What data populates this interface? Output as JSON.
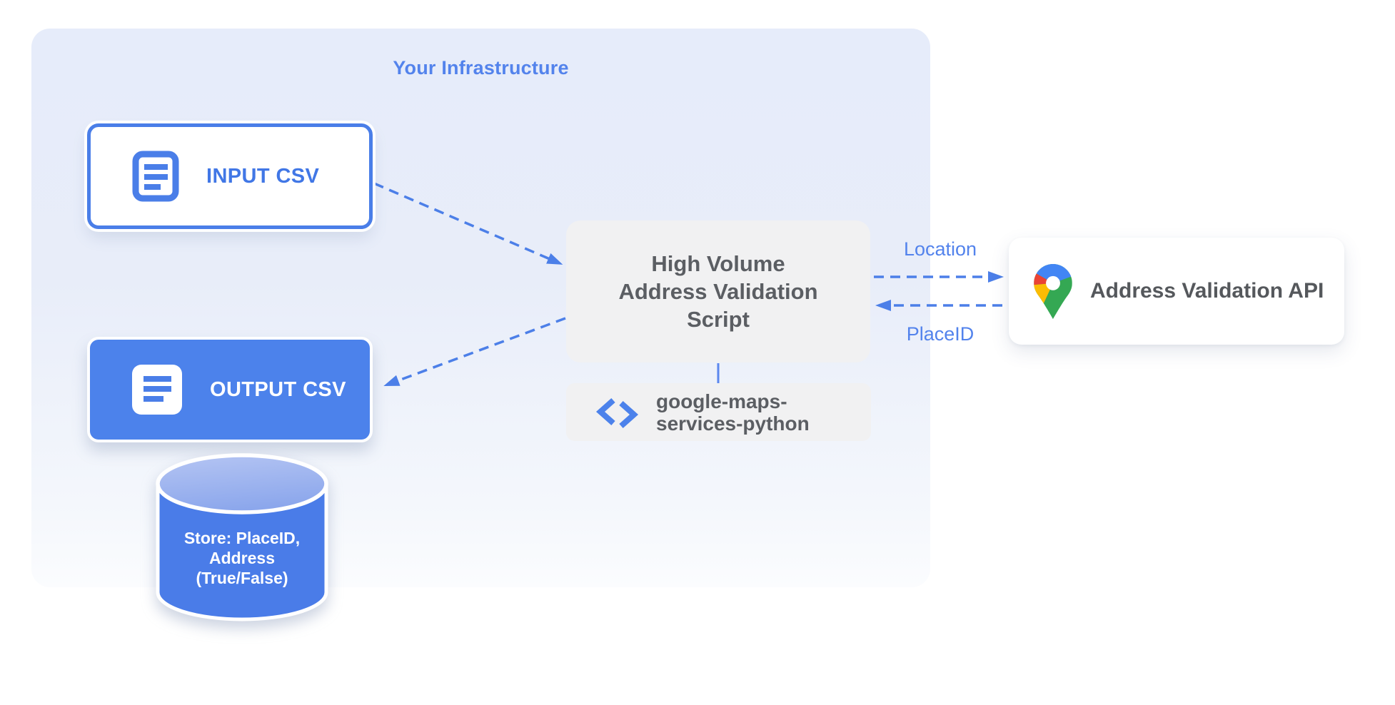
{
  "infrastructure": {
    "title": "Your Infrastructure"
  },
  "nodes": {
    "input_csv": {
      "label": "INPUT CSV",
      "icon": "document-icon"
    },
    "output_csv": {
      "label": "OUTPUT CSV",
      "icon": "document-icon"
    },
    "datastore": {
      "shape": "database-cylinder",
      "lines": [
        "Store: PlaceID,",
        "Address",
        "(True/False)"
      ]
    },
    "script": {
      "lines": [
        "High Volume",
        "Address Validation",
        "Script"
      ]
    },
    "library": {
      "icon": "code-icon",
      "lines": [
        "google-maps-",
        "services-python"
      ]
    },
    "api": {
      "label": "Address Validation API",
      "icon": "google-maps-pin-icon"
    }
  },
  "edges": {
    "input_to_script": {
      "style": "dashed-arrow"
    },
    "script_to_output": {
      "style": "dashed-arrow"
    },
    "script_to_api": {
      "style": "dashed-arrow",
      "label": "Location"
    },
    "api_to_script": {
      "style": "dashed-arrow",
      "label": "PlaceID"
    },
    "script_to_library": {
      "style": "solid-line"
    }
  },
  "colors": {
    "accent_blue": "#4C7FE8",
    "fill_blue": "#4C82EB",
    "label_blue": "#5383EC",
    "container_top": "#E6ECFA",
    "container_bottom": "#FBFCFE",
    "box_gray": "#F1F1F2",
    "text_gray": "#5B5E63",
    "cylinder_body": "#4A7CE8",
    "cylinder_top_light": "#ABBDF1",
    "pin_red": "#EA4335",
    "pin_blue": "#4285F4",
    "pin_yellow": "#FBBC04",
    "pin_green": "#34A853"
  }
}
